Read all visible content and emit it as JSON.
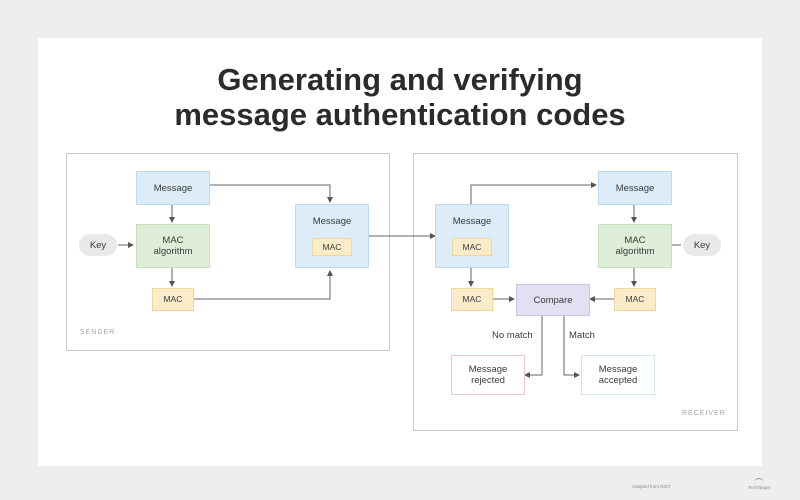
{
  "title": {
    "line1": "Generating and verifying",
    "line2": "message authentication codes"
  },
  "sender": {
    "label": "SENDER",
    "message": "Message",
    "key": "Key",
    "algorithm": "MAC\nalgorithm",
    "mac": "MAC",
    "bundle_message": "Message",
    "bundle_mac": "MAC"
  },
  "receiver": {
    "label": "RECEIVER",
    "bundle_message": "Message",
    "bundle_mac": "MAC",
    "message": "Message",
    "algorithm": "MAC\nalgorithm",
    "key": "Key",
    "mac_left": "MAC",
    "mac_right": "MAC",
    "compare": "Compare",
    "no_match": "No match",
    "match": "Match",
    "rejected": "Message\nrejected",
    "accepted": "Message\naccepted"
  },
  "footer": {
    "credit": "Adapted from NIST",
    "logo_text": "TechTarget"
  }
}
